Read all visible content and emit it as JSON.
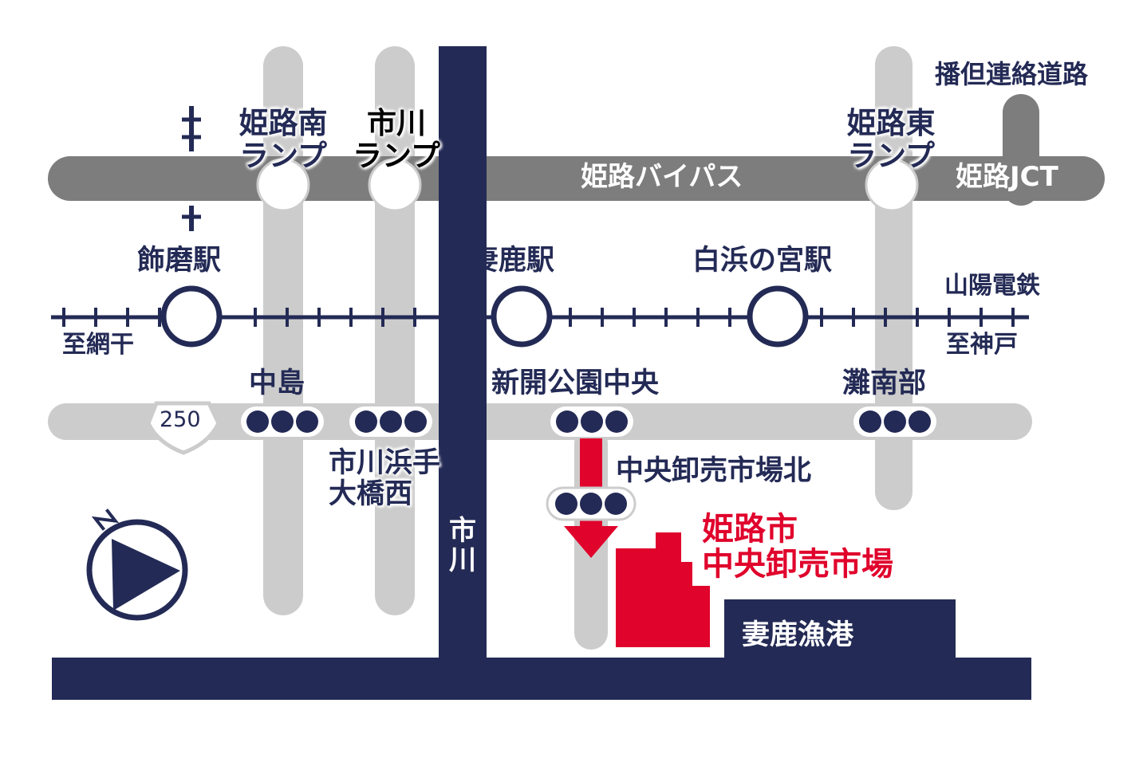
{
  "map": {
    "destination": {
      "line1": "姫路市",
      "line2": "中央卸売市場"
    },
    "roads": {
      "bypass": "姫路バイパス",
      "jct": "姫路JCT",
      "banTan": "播但連絡道路",
      "route": "250"
    },
    "ramps": {
      "himejiMinami": {
        "line1": "姫路南",
        "line2": "ランプ"
      },
      "ichikawa": {
        "line1": "市川",
        "line2": "ランプ"
      },
      "himejiHigashi": {
        "line1": "姫路東",
        "line2": "ランプ"
      }
    },
    "railway": {
      "name": "山陽電鉄",
      "toWest": "至網干",
      "toEast": "至神戸",
      "stations": {
        "shikama": "飾磨駅",
        "shikamaPort": "妻鹿駅",
        "shirahama": "白浜の宮駅"
      }
    },
    "intersections": {
      "nakajima": "中島",
      "ichikawaHamate": {
        "line1": "市川浜手",
        "line2": "大橋西"
      },
      "shinkai": "新開公園中央",
      "nadaNanbu": "灘南部",
      "marketNorth": "中央卸売市場北"
    },
    "river": {
      "char1": "市",
      "char2": "川"
    },
    "port": "妻鹿漁港",
    "compass": "N",
    "colors": {
      "navy": "#232a55",
      "gray": "#cccccc",
      "darkGray": "#7d7d7d",
      "red": "#e0032c"
    }
  }
}
